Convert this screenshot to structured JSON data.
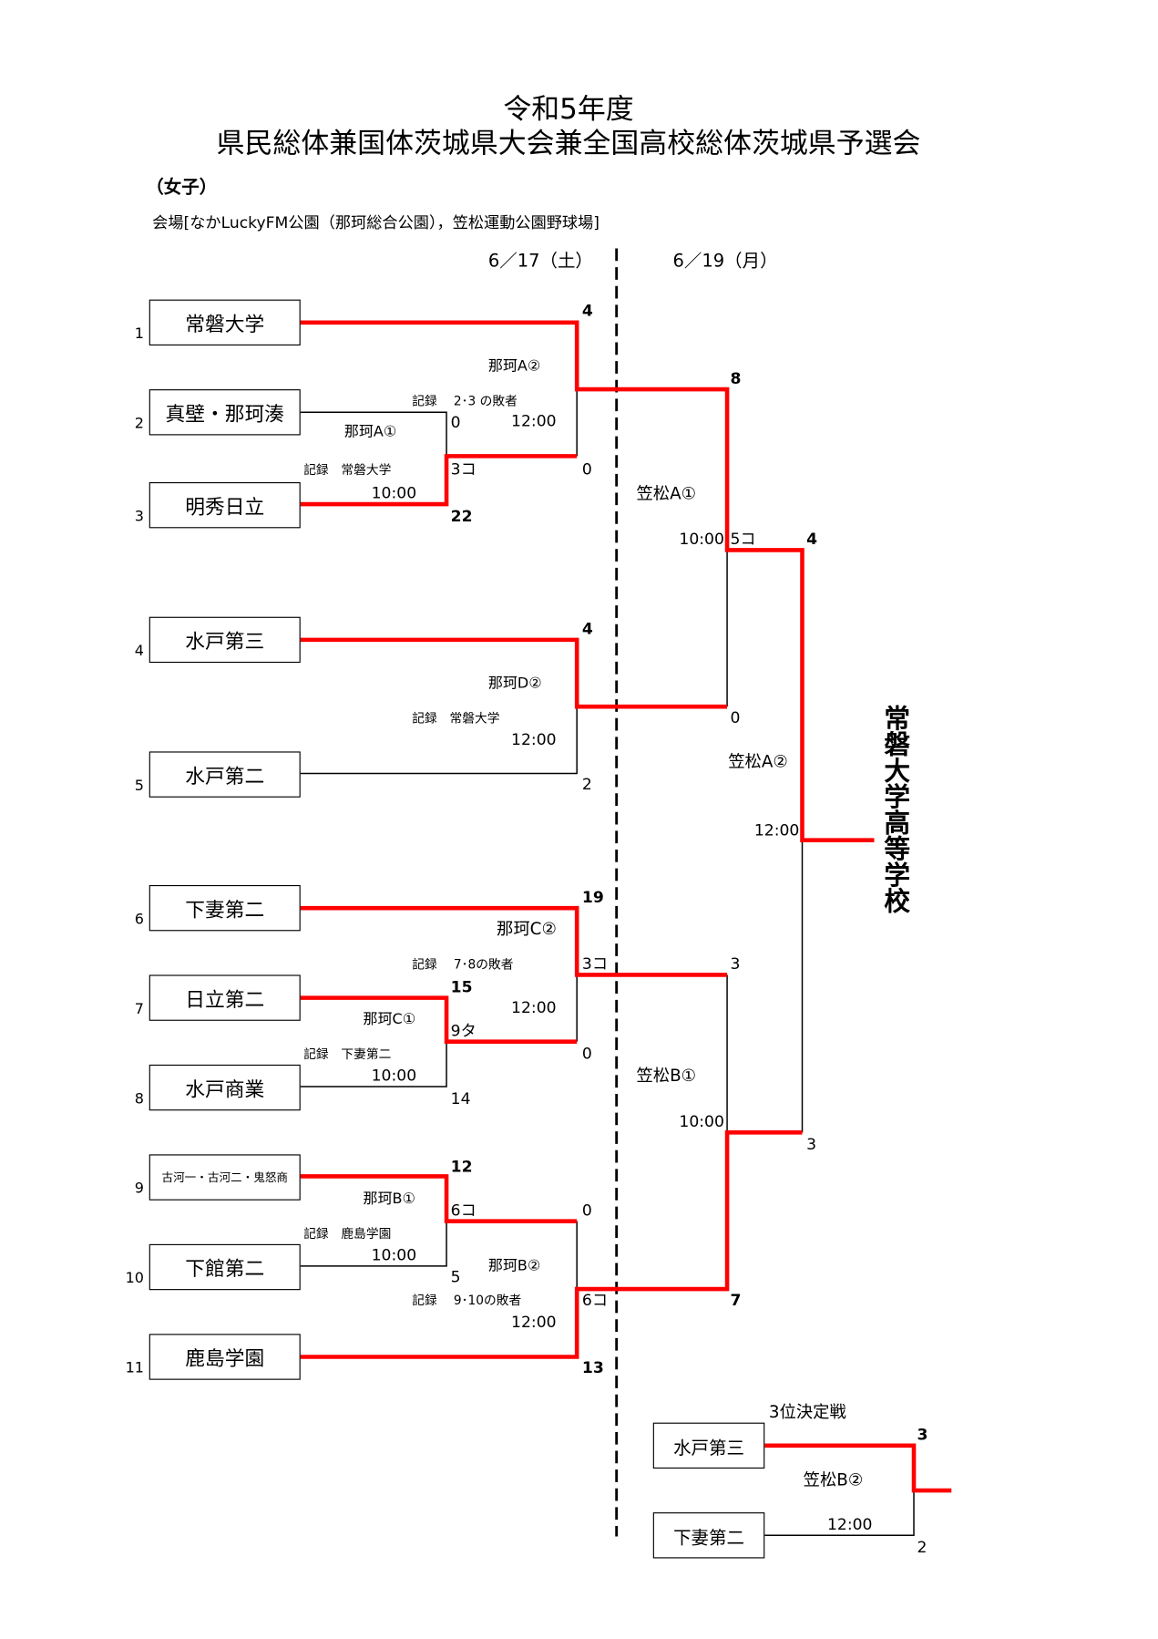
{
  "title": {
    "line1": "令和5年度",
    "line2": "県民総体兼国体茨城県大会兼全国高校総体茨城県予選会"
  },
  "category": "（女子）",
  "venue": "会場[なかLuckyFM公園（那珂総合公園），笠松運動公園野球場]",
  "dates": [
    "6／17（土）",
    "6／19（月）"
  ],
  "teams": [
    {
      "seed": "1",
      "name": "常磐大学"
    },
    {
      "seed": "2",
      "name": "真壁・那珂湊"
    },
    {
      "seed": "3",
      "name": "明秀日立"
    },
    {
      "seed": "4",
      "name": "水戸第三"
    },
    {
      "seed": "5",
      "name": "水戸第二"
    },
    {
      "seed": "6",
      "name": "下妻第二"
    },
    {
      "seed": "7",
      "name": "日立第二"
    },
    {
      "seed": "8",
      "name": "水戸商業"
    },
    {
      "seed": "9",
      "name": "古河一・古河二・鬼怒商"
    },
    {
      "seed": "10",
      "name": "下館第二"
    },
    {
      "seed": "11",
      "name": "鹿島学園"
    }
  ],
  "matches": {
    "nakaA1": {
      "venue": "那珂A①",
      "record": "記録　常磐大学",
      "time": "10:00",
      "score_top": "0",
      "score_bottom": "22",
      "note": "3コ"
    },
    "nakaA2": {
      "venue": "那珂A②",
      "record": "記録　 2･3 の敗者",
      "time": "12:00",
      "score_top": "4",
      "score_bottom": "0"
    },
    "nakaD2": {
      "venue": "那珂D②",
      "record": "記録　常磐大学",
      "time": "12:00",
      "score_top": "4",
      "score_bottom": "2"
    },
    "kasamatsuA1": {
      "venue": "笠松A①",
      "time": "10:00",
      "score_top": "8",
      "score_bottom": "0",
      "note": "5コ"
    },
    "kasamatsuA2": {
      "venue": "笠松A②",
      "time": "12:00",
      "score_top": "4",
      "score_bottom": "3"
    },
    "nakaC2": {
      "venue": "那珂C②",
      "record": "記録　 7･8の敗者",
      "time": "12:00",
      "score_top": "19",
      "score_bottom": "0",
      "note": "3コ"
    },
    "nakaC1": {
      "venue": "那珂C①",
      "record": "記録　下妻第二",
      "time": "10:00",
      "score_top": "15",
      "score_bottom": "14",
      "note": "9タ"
    },
    "kasamatsuB1": {
      "venue": "笠松B①",
      "time": "10:00",
      "score_top": "3",
      "score_bottom": "7"
    },
    "nakaB1": {
      "venue": "那珂B①",
      "record": "記録　鹿島学園",
      "time": "10:00",
      "score_top": "12",
      "score_bottom": "5",
      "note": "6コ"
    },
    "nakaB2": {
      "venue": "那珂B②",
      "record": "記録　 9･10の敗者",
      "time": "12:00",
      "score_top": "0",
      "score_bottom": "13",
      "note": "6コ"
    }
  },
  "champion": "常磐大学高等学校",
  "third_place": {
    "label": "3位決定戦",
    "venue": "笠松B②",
    "time": "12:00",
    "teams": [
      "水戸第三",
      "下妻第二"
    ],
    "score_top": "3",
    "score_bottom": "2"
  },
  "colors": {
    "winner_line": "#ff0000",
    "line": "#000000"
  }
}
